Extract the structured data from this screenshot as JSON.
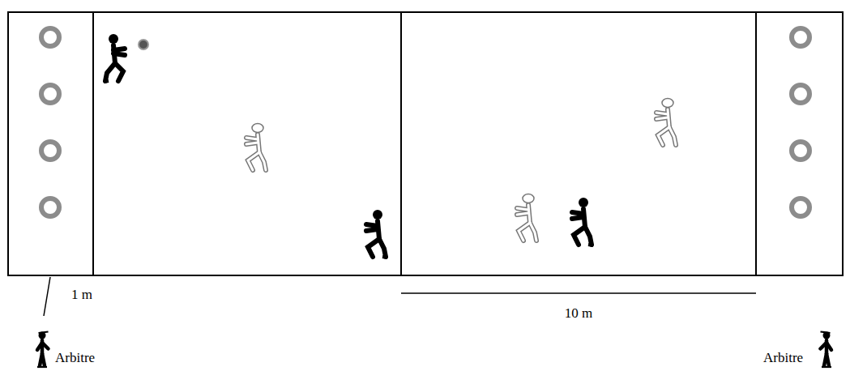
{
  "diagram": {
    "labels": [
      "1 m",
      "10 m",
      "Arbitre",
      "Arbitre"
    ]
  }
}
